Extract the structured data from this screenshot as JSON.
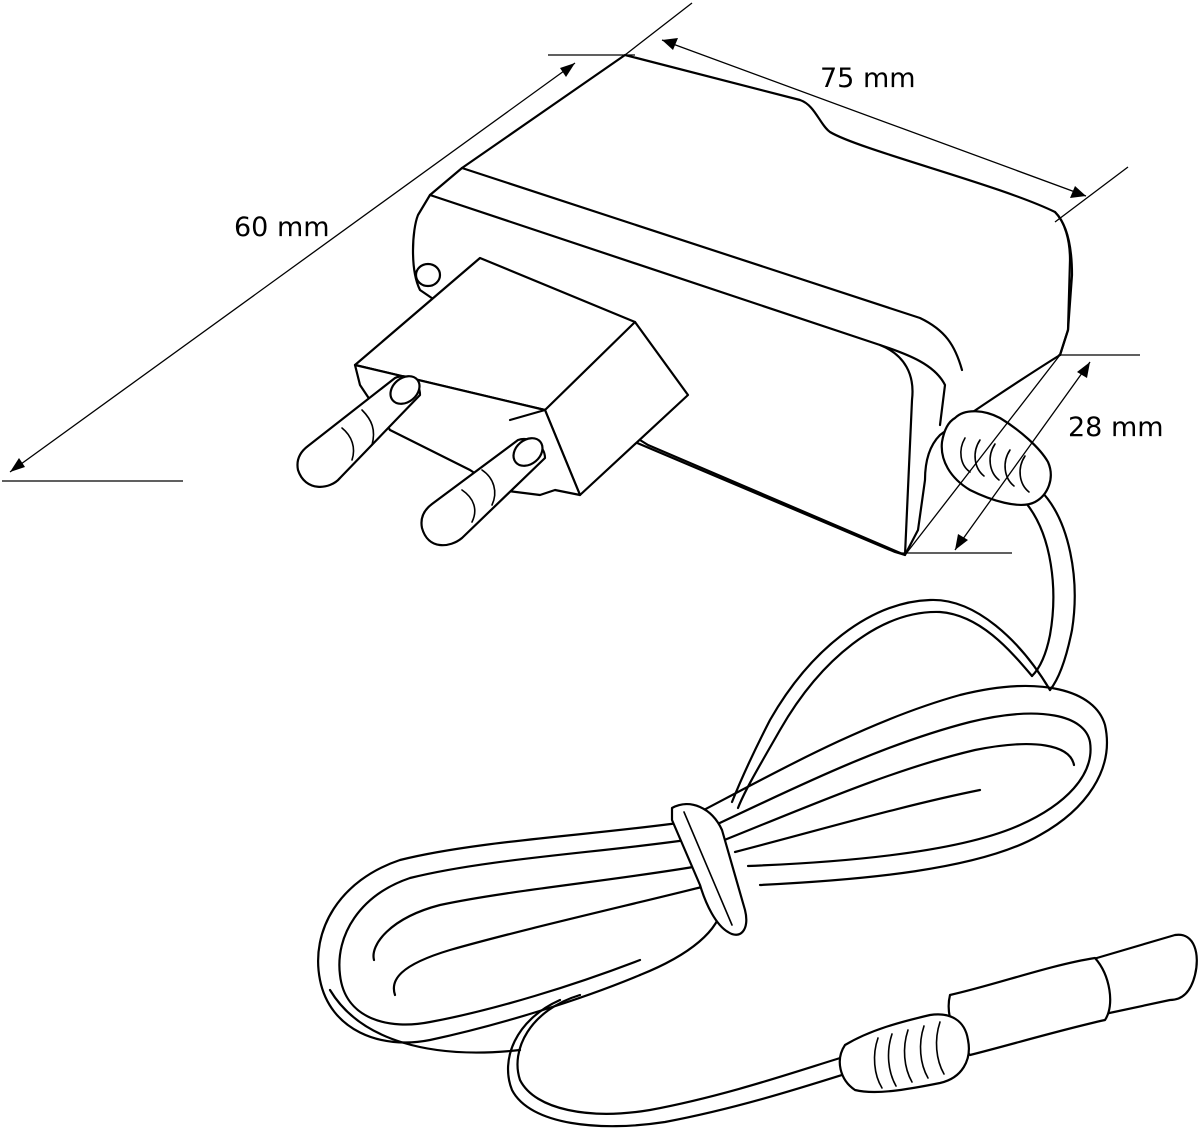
{
  "dimensions": {
    "length": "75 mm",
    "width": "60 mm",
    "height": "28 mm"
  }
}
